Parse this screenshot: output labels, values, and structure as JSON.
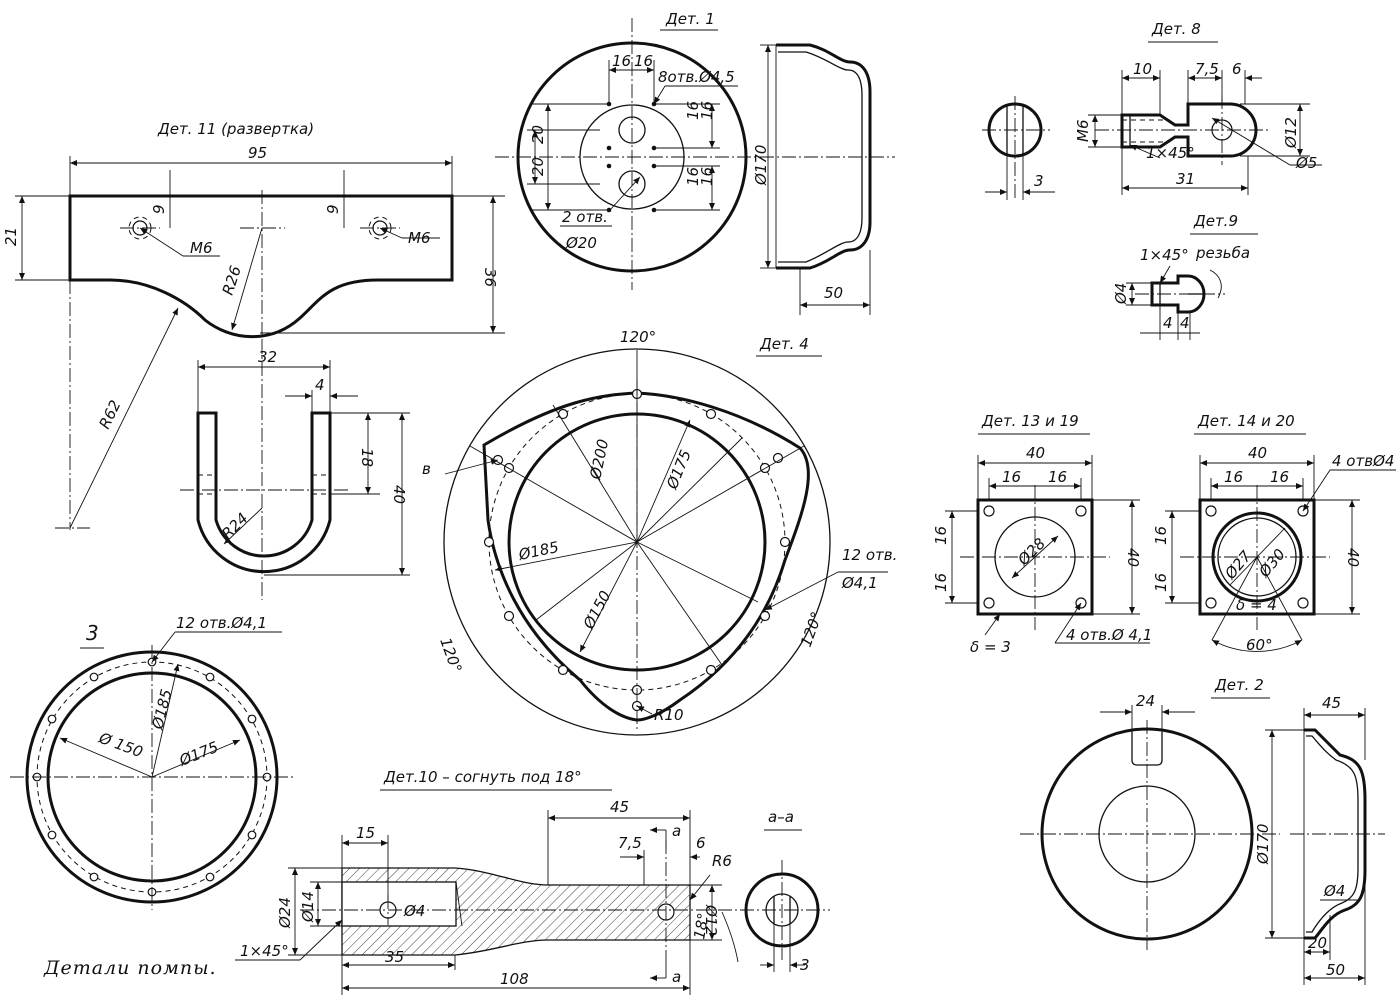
{
  "caption": "Детали помпы.",
  "det11": {
    "title": "Дет. 11 (развертка)",
    "d95": "95",
    "d21": "21",
    "d36": "36",
    "d9a": "9",
    "d9b": "9",
    "m6a": "M6",
    "m6b": "M6",
    "r26": "R26",
    "r62": "R62"
  },
  "ubracket": {
    "d32": "32",
    "d4": "4",
    "d18": "18",
    "d40": "40",
    "r24": "R24"
  },
  "det1": {
    "title": "Дет. 1",
    "d16a": "16",
    "d16b": "16",
    "holes": "8отв.Ø4,5",
    "d20a": "20",
    "d20b": "20",
    "d16c": "16",
    "d16d": "16",
    "d16e": "16",
    "d16f": "16",
    "holes2": "2 отв.",
    "d20c": "Ø20",
    "d170": "Ø170",
    "d50": "50"
  },
  "det8": {
    "title": "Дет. 8",
    "d10": "10",
    "d75": "7,5",
    "d6": "6",
    "m6": "M6",
    "d12": "Ø12",
    "chamfer": "1×45°",
    "d31": "31",
    "d5": "Ø5",
    "d3": "3"
  },
  "det9": {
    "title": "Дет.9",
    "chamfer": "1×45°",
    "thread": "резьба",
    "d4": "Ø4",
    "l4a": "4",
    "l4b": "4"
  },
  "det4": {
    "title": "Дет. 4",
    "a120top": "120°",
    "a120left": "120°",
    "a120right": "120°",
    "d200": "Ø200",
    "d175": "Ø175",
    "d185": "Ø185",
    "d150": "Ø150",
    "holes": "12 отв.",
    "holes2": "Ø4,1",
    "b": "в",
    "r10": "R10"
  },
  "det3": {
    "title": "3",
    "holes": "12 отв.Ø4,1",
    "d150": "Ø 150",
    "d185": "Ø185",
    "d175": "Ø175"
  },
  "det10": {
    "title": "Дет.10 – согнуть под 18°",
    "d45": "45",
    "d15": "15",
    "d75": "7,5",
    "d6": "6",
    "aa": "а",
    "r6": "R6",
    "d24": "Ø24",
    "d14": "Ø14",
    "d4": "Ø4",
    "d12": "Ø12",
    "d35": "35",
    "d108": "108",
    "a18": "18°",
    "chamfer": "1×45°",
    "ab": "а"
  },
  "sectionAA": {
    "title": "а–а",
    "d3": "3"
  },
  "det13": {
    "title": "Дет. 13 и 19",
    "d40": "40",
    "d16a": "16",
    "d16b": "16",
    "d16c": "16",
    "d16d": "16",
    "d28": "Ø28",
    "d40v": "40",
    "thick": "δ = 3",
    "holes": "4 отв.Ø 4,1"
  },
  "det14": {
    "title": "Дет. 14 и 20",
    "d40": "40",
    "d16a": "16",
    "d16b": "16",
    "d16c": "16",
    "d16d": "16",
    "holes": "4 отвØ4",
    "d27": "Ø27",
    "d30": "Ø30",
    "d40v": "40",
    "thick": "δ = 4",
    "a60": "60°"
  },
  "det2": {
    "title": "Дет. 2",
    "d24": "24",
    "d45": "45",
    "d170": "Ø170",
    "d4": "Ø4",
    "d20": "20",
    "d50": "50"
  }
}
